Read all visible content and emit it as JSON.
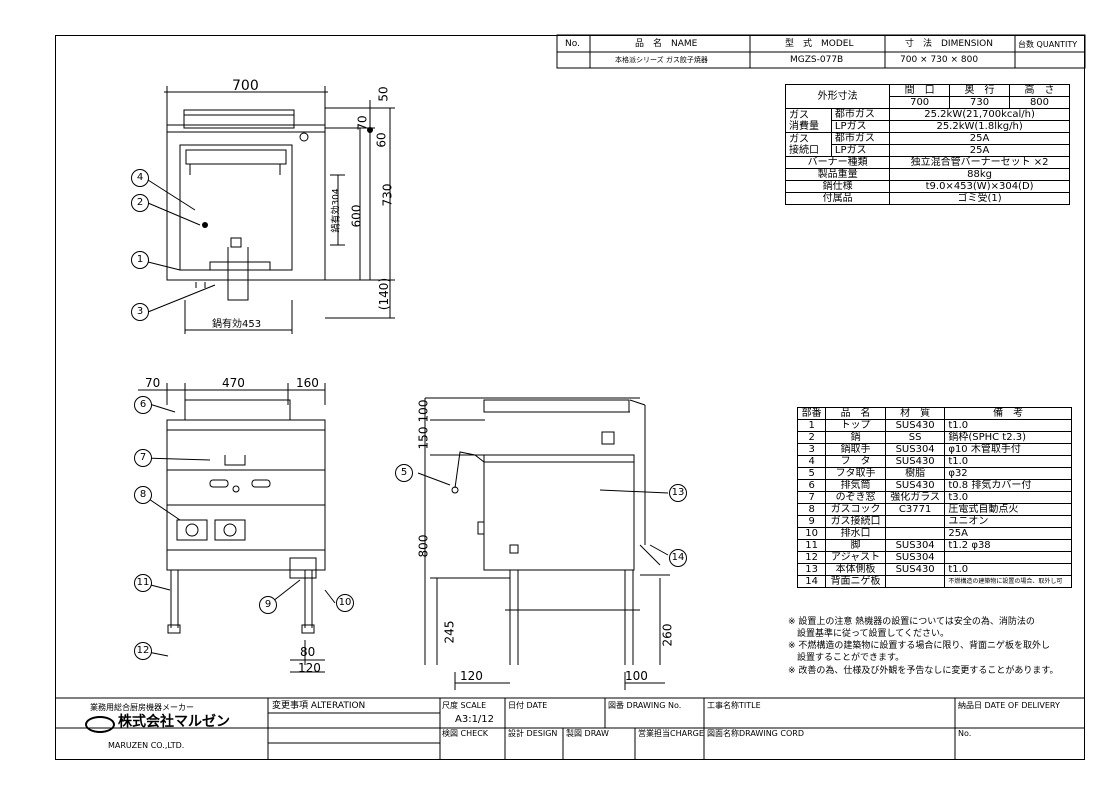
{
  "title_block_top": {
    "no_label": "No.",
    "name_label": "品　名　NAME",
    "model_label": "型　式　MODEL",
    "dimension_label": "寸　法　DIMENSION",
    "quantity_label": "台数 QUANTITY",
    "name_value": "本格派シリーズ ガス餃子焼器",
    "model_value": "MGZS-077B",
    "dimension_value": "700 × 730 × 800"
  },
  "spec_table": {
    "outer_dim_label": "外形寸法",
    "col_w": "間　口",
    "col_d": "奥　行",
    "col_h": "高　さ",
    "w": "700",
    "d": "730",
    "h": "800",
    "gas_consumption_label": "ガス\n消費量",
    "city_gas": "都市ガス",
    "lp_gas": "LPガス",
    "cons_city": "25.2kW(21,700kcal/h)",
    "cons_lp": "25.2kW(1.8lkg/h)",
    "gas_connection_label": "ガス\n接続口",
    "conn_city": "25A",
    "conn_lp": "25A",
    "burner_label": "バーナー種類",
    "burner": "独立混合管バーナーセット ×2",
    "weight_label": "製品重量",
    "weight": "88kg",
    "pan_label": "鍋仕様",
    "pan": "t9.0×453(W)×304(D)",
    "acc_label": "付属品",
    "acc": "ゴミ受(1)"
  },
  "parts_table": {
    "headers": [
      "部番",
      "品　名",
      "材　質",
      "備　考"
    ],
    "rows": [
      [
        "1",
        "トップ",
        "SUS430",
        "t1.0"
      ],
      [
        "2",
        "鍋",
        "SS",
        "鍋枠(SPHC t2.3)"
      ],
      [
        "3",
        "鍋取手",
        "SUS304",
        "φ10 木管取手付"
      ],
      [
        "4",
        "フ　タ",
        "SUS430",
        "t1.0"
      ],
      [
        "5",
        "フタ取手",
        "樹脂",
        "φ32"
      ],
      [
        "6",
        "排気筒",
        "SUS430",
        "t0.8 排気カバー付"
      ],
      [
        "7",
        "のぞき窓",
        "強化ガラス",
        "t3.0"
      ],
      [
        "8",
        "ガスコック",
        "C3771",
        "圧電式自動点火"
      ],
      [
        "9",
        "ガス接続口",
        "",
        "ユニオン"
      ],
      [
        "10",
        "排水口",
        "",
        "25A"
      ],
      [
        "11",
        "脚",
        "SUS304",
        "t1.2 φ38"
      ],
      [
        "12",
        "アジャスト",
        "SUS304",
        ""
      ],
      [
        "13",
        "本体側板",
        "SUS430",
        "t1.0"
      ],
      [
        "14",
        "背面ニゲ板",
        "",
        "不燃構造の建築物に設置の場合、取外し可"
      ]
    ]
  },
  "notes": [
    "※ 設置上の注意 熱機器の設置については安全の為、消防法の",
    "　設置基準に従って設置してください。",
    "※ 不燃構造の建築物に設置する場合に限り、背面ニゲ板を取外し",
    "　設置することができます。",
    "※ 改善の為、仕様及び外観を予告なしに変更することがあります。"
  ],
  "dimensions": {
    "top_width": "700",
    "d50": "50",
    "d70": "70",
    "d60": "60",
    "d730": "730",
    "d600": "600",
    "pan304": "鍋有効304",
    "d140": "(140)",
    "pan453": "鍋有効453",
    "f70": "70",
    "f470": "470",
    "f160": "160",
    "f80": "80",
    "f120": "120",
    "s100": "100",
    "s150": "150",
    "s800": "800",
    "s245": "245",
    "s260": "260",
    "s120": "120",
    "s100b": "100"
  },
  "balloons": [
    "1",
    "2",
    "3",
    "4",
    "5",
    "6",
    "7",
    "8",
    "9",
    "10",
    "11",
    "12",
    "13",
    "14"
  ],
  "bottom_block": {
    "maker_caption": "業務用総合厨房機器メーカー",
    "company": "株式会社マルゼン",
    "company_en": "MARUZEN CO.,LTD.",
    "alteration": "変更事項 ALTERATION",
    "scale_label": "尺度 SCALE",
    "scale": "A3:1/12",
    "date_label": "日付 DATE",
    "drawing_no_label": "図番 DRAWING No.",
    "work_title_label": "工事名称TITLE",
    "delivery_label": "納品日 DATE OF DELIVERY",
    "check_label": "検図 CHECK",
    "design_label": "設計 DESIGN",
    "draw_label": "製図 DRAW",
    "charge_label": "営業担当CHARGE",
    "drawing_code_label": "図面名称DRAWING CORD",
    "no_label": "No."
  }
}
